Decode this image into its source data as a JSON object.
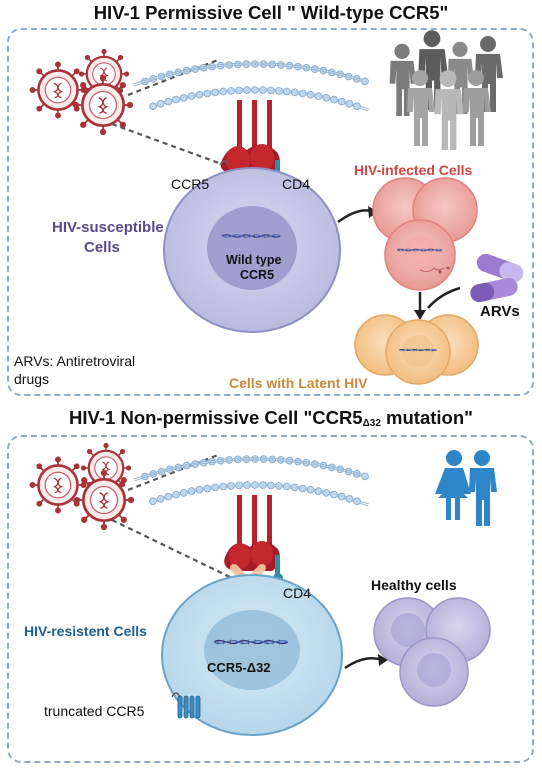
{
  "top_panel": {
    "title": "HIV-1 Permissive Cell \" Wild-type CCR5\"",
    "receptor_ccr5": "CCR5",
    "receptor_cd4": "CD4",
    "cell_label_line1": "HIV-susceptible",
    "cell_label_line2": "Cells",
    "gene_label_line1": "Wild type",
    "gene_label_line2": "CCR5",
    "infected_label": "HIV-infected Cells",
    "arvs_label": "ARVs",
    "latent_label": "Cells with Latent HIV",
    "footnote_line1": "ARVs: Antiretroviral",
    "footnote_line2": "drugs"
  },
  "bottom_panel": {
    "title_main": "HIV-1 Non-permissive Cell \"CCR5",
    "title_sub": "Δ32",
    "title_end": "  mutation\"",
    "receptor_cd4": "CD4",
    "cell_label": "HIV-resistent Cells",
    "gene_label": "CCR5-Δ32",
    "healthy_label": "Healthy cells",
    "truncated_label": "truncated CCR5"
  },
  "colors": {
    "panel_border": "#8fa9c9",
    "susceptible_text": "#5b4a8b",
    "infected_text": "#d04545",
    "latent_text": "#c88a3a",
    "resistant_text": "#1f5f8f",
    "receptor_red": "#b8222c"
  }
}
